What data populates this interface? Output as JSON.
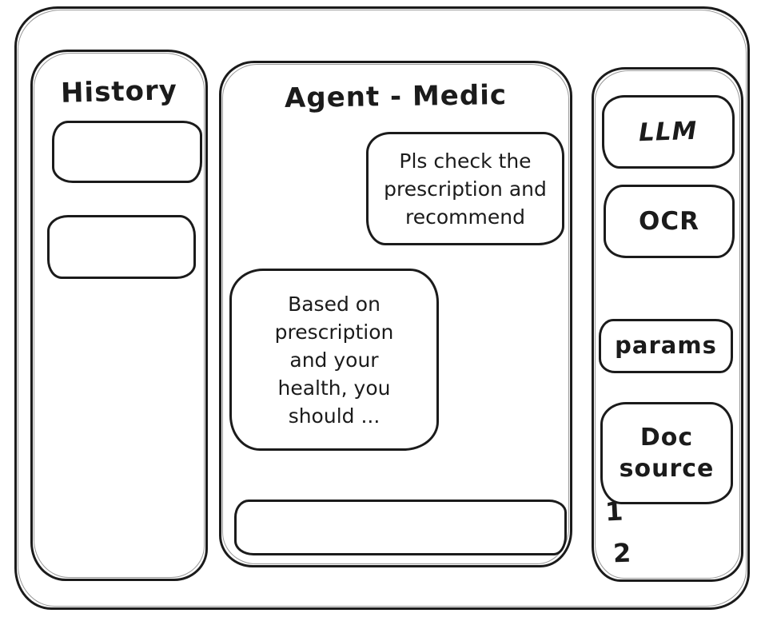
{
  "colors": {
    "stroke": "#1b1b1b",
    "background": "#ffffff"
  },
  "history_panel": {
    "title": "History",
    "items": [
      {
        "label": ""
      },
      {
        "label": ""
      }
    ]
  },
  "chat_panel": {
    "title": "Agent - Medic",
    "messages": [
      {
        "role": "user",
        "text": "Pls check the prescription and recommend"
      },
      {
        "role": "assistant",
        "text": "Based on prescription and your health, you should ..."
      }
    ],
    "input": {
      "value": "",
      "placeholder": ""
    }
  },
  "tools_panel": {
    "buttons": [
      {
        "id": "llm",
        "label": "LLM"
      },
      {
        "id": "ocr",
        "label": "OCR"
      },
      {
        "id": "params",
        "label": "params"
      },
      {
        "id": "doc-source",
        "label": "Doc source"
      }
    ],
    "doc_list": [
      {
        "label": "1"
      },
      {
        "label": "2"
      }
    ]
  }
}
